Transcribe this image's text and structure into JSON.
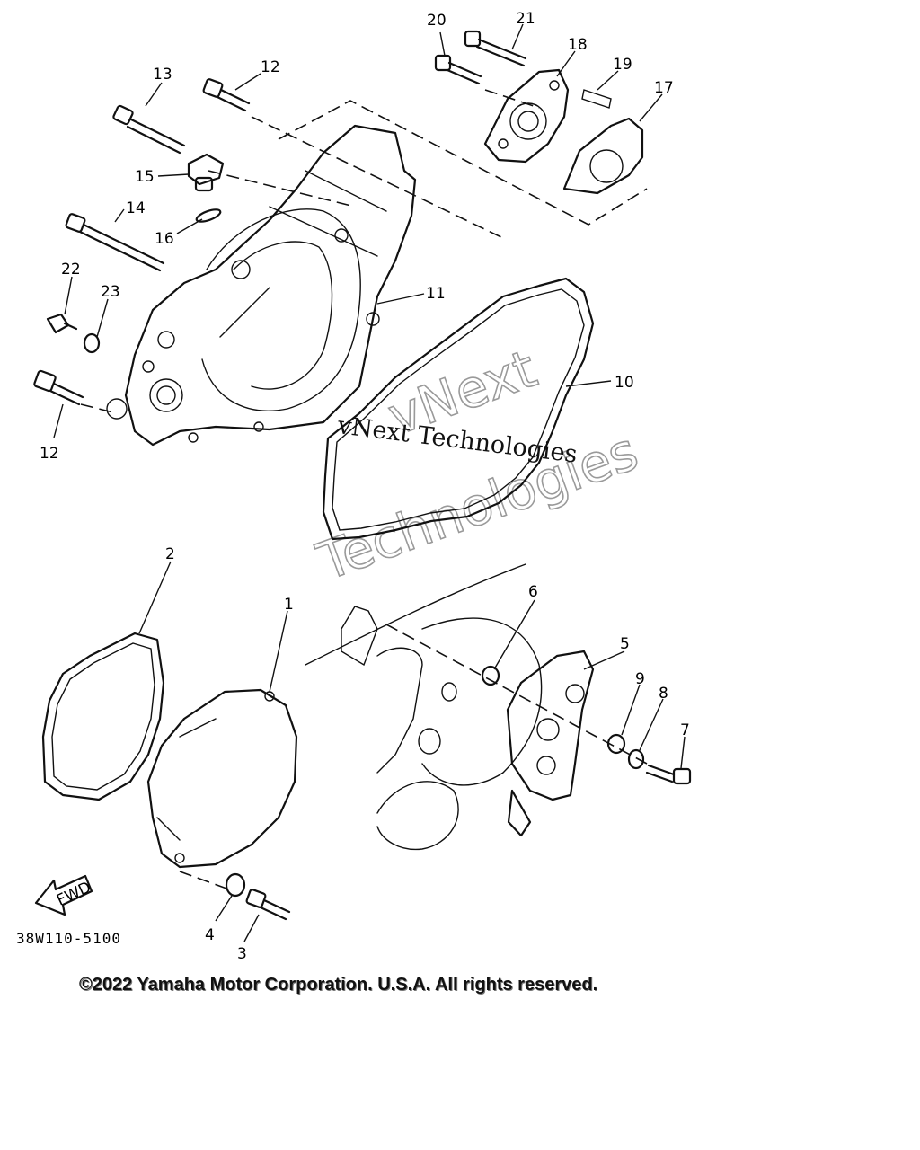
{
  "diagram": {
    "part_code": "38W110-5100",
    "fwd_label": "FWD",
    "callouts": {
      "c1": "1",
      "c2": "2",
      "c3": "3",
      "c4": "4",
      "c5": "5",
      "c6": "6",
      "c7": "7",
      "c8": "8",
      "c9": "9",
      "c10": "10",
      "c11": "11",
      "c12a": "12",
      "c12b": "12",
      "c13": "13",
      "c14": "14",
      "c15": "15",
      "c16": "16",
      "c17": "17",
      "c18": "18",
      "c19": "19",
      "c20": "20",
      "c21": "21",
      "c22": "22",
      "c23": "23"
    }
  },
  "watermark": {
    "outline_line1": "vNext",
    "outline_line2": "Technologies",
    "serif_text": "vNext Technologies"
  },
  "footer": {
    "copyright": "©2022 Yamaha Motor Corporation. U.S.A. All rights reserved."
  }
}
